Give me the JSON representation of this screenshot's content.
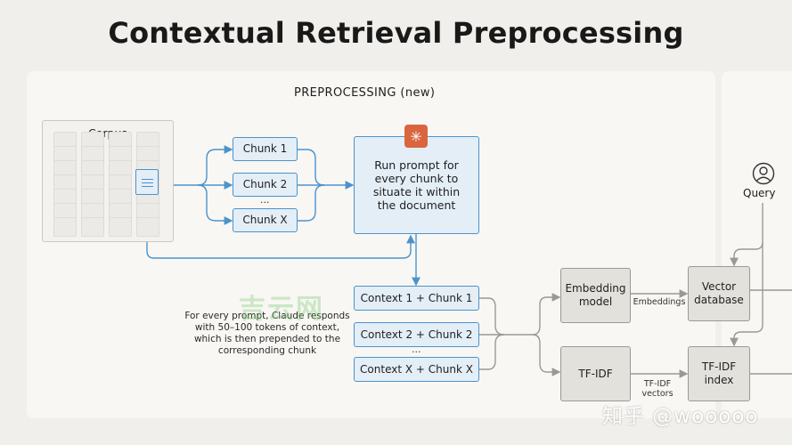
{
  "title": "Contextual Retrieval Preprocessing",
  "section_label": "PREPROCESSING (new)",
  "corpus_label": "Corpus",
  "chunks": [
    "Chunk 1",
    "Chunk 2",
    "Chunk X"
  ],
  "chunk_ellipsis": "...",
  "prompt_box": "Run prompt for every chunk to situate it within the document",
  "context_chunks": [
    "Context 1 + Chunk 1",
    "Context 2 + Chunk 2",
    "Context X + Chunk X"
  ],
  "context_ellipsis": "...",
  "note": "For every prompt, Claude responds with 50–100 tokens of context, which is then prepended to the corresponding chunk",
  "embedding_model": "Embedding model",
  "embeddings_label": "Embeddings",
  "vector_database": "Vector database",
  "tfidf": "TF-IDF",
  "tfidf_vectors_label": "TF-IDF vectors",
  "tfidf_index": "TF-IDF index",
  "query_label": "Query",
  "icons": [
    "claude-starburst-icon",
    "document-icon",
    "user-icon"
  ],
  "colors": {
    "blue": "#4b93cc",
    "blue_fill": "#e4eef7",
    "gray": "#9a9994",
    "gray_fill": "#e2e1dc",
    "claude": "#d9663f"
  },
  "watermark_text": "吉云网",
  "attribution_text": "知乎 @wooooo"
}
